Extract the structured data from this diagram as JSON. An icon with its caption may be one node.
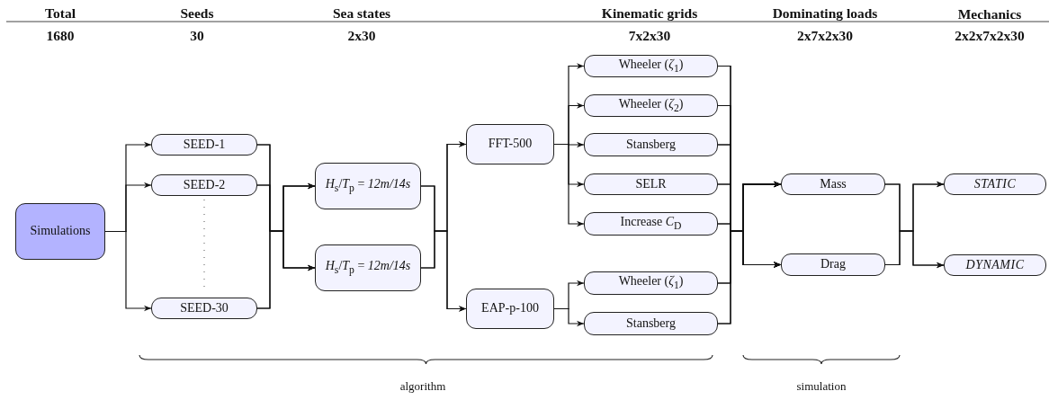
{
  "diagram": {
    "nodes": [
      {
        "text": [
          "Simulations"
        ]
      },
      {
        "text": [
          "SEED-1"
        ]
      },
      {
        "text": [
          "SEED-2"
        ]
      },
      {
        "text": [
          "SEED-30"
        ]
      },
      {
        "text": [
          "*H*$_{s}$/*T*$_{p}$ = *12m/14s*"
        ]
      },
      {
        "text": [
          "*H*$_{s}$/*T*$_{p}$ = *12m/14s*"
        ]
      },
      {
        "text": [
          "FFT-500"
        ]
      },
      {
        "text": [
          "EAP-p-100"
        ]
      },
      {
        "text": [
          "Wheeler (*ζ*$_{1}$)"
        ]
      },
      {
        "text": [
          "Wheeler (*ζ*$_{2}$)"
        ]
      },
      {
        "text": [
          "Stansberg"
        ]
      },
      {
        "text": [
          "SELR"
        ]
      },
      {
        "text": [
          "Increase *C*$_{D}$"
        ]
      },
      {
        "text": [
          "Wheeler (*ζ*$_{1}$)"
        ]
      },
      {
        "text": [
          "Stansberg"
        ]
      },
      {
        "text": [
          "Mass"
        ]
      },
      {
        "text": [
          "Drag"
        ]
      },
      {
        "text": [
          "STATIC"
        ]
      },
      {
        "text": [
          "DYNAMIC"
        ]
      }
    ],
    "edges": [
      {
        "from": 0,
        "to": 1,
        "arrow": "to"
      },
      {
        "from": 0,
        "to": 2,
        "arrow": "to"
      },
      {
        "from": 0,
        "to": 3,
        "arrow": "to"
      },
      {
        "from": 1,
        "to": 4,
        "arrow": "to"
      },
      {
        "from": 1,
        "to": 5,
        "arrow": "to"
      },
      {
        "from": 2,
        "to": 4,
        "arrow": "to"
      },
      {
        "from": 2,
        "to": 5,
        "arrow": "to"
      },
      {
        "from": 3,
        "to": 4,
        "arrow": "to"
      },
      {
        "from": 3,
        "to": 5,
        "arrow": "to"
      },
      {
        "from": 4,
        "to": 6,
        "arrow": "to"
      },
      {
        "from": 4,
        "to": 7,
        "arrow": "to"
      },
      {
        "from": 5,
        "to": 6,
        "arrow": "to"
      },
      {
        "from": 5,
        "to": 7,
        "arrow": "to"
      },
      {
        "from": 6,
        "to": 8,
        "arrow": "to"
      },
      {
        "from": 6,
        "to": 9,
        "arrow": "to"
      },
      {
        "from": 6,
        "to": 10,
        "arrow": "to"
      },
      {
        "from": 6,
        "to": 11,
        "arrow": "to"
      },
      {
        "from": 6,
        "to": 12,
        "arrow": "to"
      },
      {
        "from": 7,
        "to": 13,
        "arrow": "to"
      },
      {
        "from": 7,
        "to": 14,
        "arrow": "to"
      },
      {
        "from": 8,
        "to": 15,
        "arrow": "to"
      },
      {
        "from": 8,
        "to": 16,
        "arrow": "to"
      },
      {
        "from": 9,
        "to": 15,
        "arrow": "to"
      },
      {
        "from": 9,
        "to": 16,
        "arrow": "to"
      },
      {
        "from": 10,
        "to": 15,
        "arrow": "to"
      },
      {
        "from": 10,
        "to": 16,
        "arrow": "to"
      },
      {
        "from": 11,
        "to": 15,
        "arrow": "to"
      },
      {
        "from": 11,
        "to": 16,
        "arrow": "to"
      },
      {
        "from": 12,
        "to": 15,
        "arrow": "to"
      },
      {
        "from": 12,
        "to": 16,
        "arrow": "to"
      },
      {
        "from": 13,
        "to": 15,
        "arrow": "to"
      },
      {
        "from": 13,
        "to": 16,
        "arrow": "to"
      },
      {
        "from": 14,
        "to": 15,
        "arrow": "to"
      },
      {
        "from": 14,
        "to": 16,
        "arrow": "to"
      },
      {
        "from": 15,
        "to": 17,
        "arrow": "to"
      },
      {
        "from": 15,
        "to": 18,
        "arrow": "to"
      },
      {
        "from": 16,
        "to": 17,
        "arrow": "to"
      },
      {
        "from": 16,
        "to": 18,
        "arrow": "to"
      }
    ],
    "labels": [
      "Total",
      "Seeds",
      "Sea states",
      "Kinematic grids",
      "Dominating loads",
      "Mechanics",
      "1680",
      "30",
      "2x30",
      "7x2x30",
      "2x7x2x30",
      "2x2x7x2x30",
      "algorithm",
      "simulation"
    ]
  }
}
